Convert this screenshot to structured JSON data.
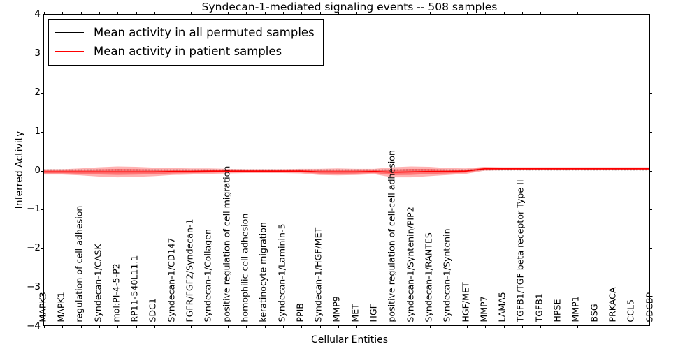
{
  "chart_data": {
    "type": "line",
    "title": "Syndecan-1-mediated signaling events -- 508 samples",
    "xlabel": "Cellular Entities",
    "ylabel": "Inferred Activity",
    "ylim": [
      -4,
      4
    ],
    "ytick_labels": [
      "-4",
      "-3",
      "-2",
      "-1",
      "0",
      "1",
      "2",
      "3",
      "4"
    ],
    "ytick_values": [
      -4,
      -3,
      -2,
      -1,
      0,
      1,
      2,
      3,
      4
    ],
    "grid": false,
    "legend_position": "upper left",
    "sample_count": 508,
    "categories": [
      "MAPK3",
      "MAPK1",
      "regulation of cell adhesion",
      "Syndecan-1/CASK",
      "mol:PI-4-5-P2",
      "RP11-540L11.1",
      "SDC1",
      "Syndecan-1/CD147",
      "FGFR/FGF2/Syndecan-1",
      "Syndecan-1/Collagen",
      "positive regulation of cell migration",
      "homophilic cell adhesion",
      "keratinocyte migration",
      "Syndecan-1/Laminin-5",
      "PPIB",
      "Syndecan-1/HGF/MET",
      "MMP9",
      "MET",
      "HGF",
      "positive regulation of cell-cell adhesion",
      "Syndecan-1/Syntenin/PIP2",
      "Syndecan-1/RANTES",
      "Syndecan-1/Syntenin",
      "HGF/MET",
      "MMP7",
      "LAMA5",
      "TGFB1/TGF beta receptor Type II",
      "TGFB1",
      "HPSE",
      "MMP1",
      "BSG",
      "PRKACA",
      "CCL5",
      "SDCBP"
    ],
    "series": [
      {
        "name": "Mean activity in all permuted samples",
        "color": "#000000",
        "style": "dotted",
        "values": [
          0.0,
          0.0,
          0.0,
          0.0,
          0.0,
          0.0,
          0.0,
          0.0,
          0.0,
          0.0,
          0.0,
          0.0,
          0.0,
          0.0,
          0.0,
          0.0,
          0.0,
          0.0,
          0.0,
          0.0,
          0.0,
          0.0,
          0.0,
          0.0,
          0.0,
          0.0,
          0.0,
          0.0,
          0.0,
          0.0,
          0.0,
          0.0,
          0.0,
          0.0
        ]
      },
      {
        "name": "Mean activity in patient samples",
        "color": "#ff0000",
        "style": "solid",
        "values": [
          -0.05,
          -0.05,
          -0.05,
          -0.05,
          -0.05,
          -0.05,
          -0.05,
          -0.04,
          -0.04,
          -0.03,
          -0.03,
          -0.03,
          -0.03,
          -0.03,
          -0.03,
          -0.05,
          -0.05,
          -0.05,
          -0.04,
          -0.06,
          -0.05,
          -0.04,
          -0.04,
          -0.03,
          0.03,
          0.03,
          0.03,
          0.03,
          0.03,
          0.03,
          0.03,
          0.03,
          0.03,
          0.03
        ],
        "band_halfwidth": [
          0.07,
          0.07,
          0.09,
          0.12,
          0.14,
          0.13,
          0.11,
          0.09,
          0.08,
          0.07,
          0.06,
          0.05,
          0.05,
          0.05,
          0.06,
          0.08,
          0.09,
          0.08,
          0.07,
          0.13,
          0.14,
          0.12,
          0.09,
          0.07,
          0.05,
          0.04,
          0.04,
          0.04,
          0.04,
          0.04,
          0.04,
          0.04,
          0.04,
          0.04
        ]
      }
    ]
  },
  "legend": {
    "items": [
      {
        "label": "Mean activity in all permuted samples",
        "color": "#000000"
      },
      {
        "label": "Mean activity in patient samples",
        "color": "#ff0000"
      }
    ]
  },
  "colors": {
    "permuted_line": "#000000",
    "patient_line": "#ff0000",
    "band_fill": "#ff0000",
    "axis": "#000000",
    "background": "#ffffff"
  }
}
